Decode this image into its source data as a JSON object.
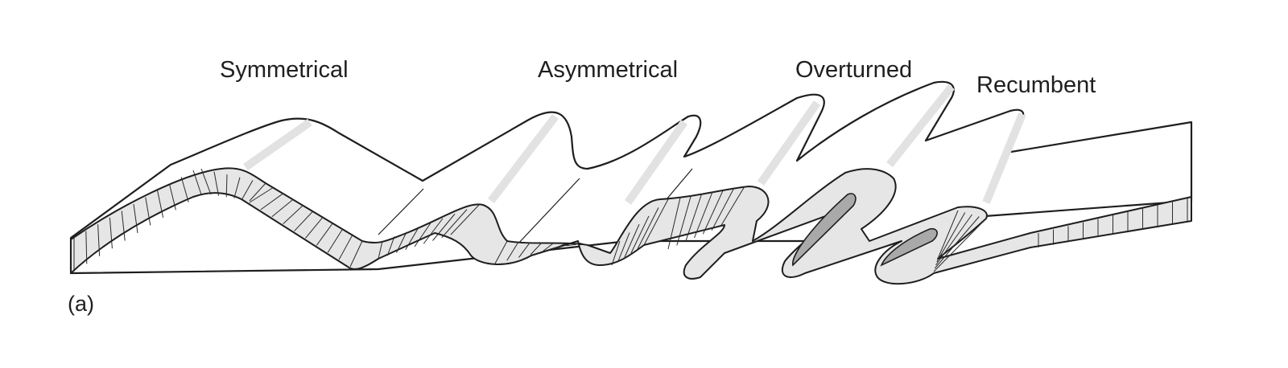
{
  "figure": {
    "labels": {
      "symmetrical": "Symmetrical",
      "asymmetrical": "Asymmetrical",
      "overturned": "Overturned",
      "recumbent": "Recumbent"
    },
    "panel_label": "(a)",
    "colors": {
      "outline": "#1e1e1e",
      "layer_fill": "#e6e6e6",
      "hinge_shade": "#e2e2e2",
      "fold_core": "#a9a9a9",
      "surface": "#ffffff"
    }
  }
}
